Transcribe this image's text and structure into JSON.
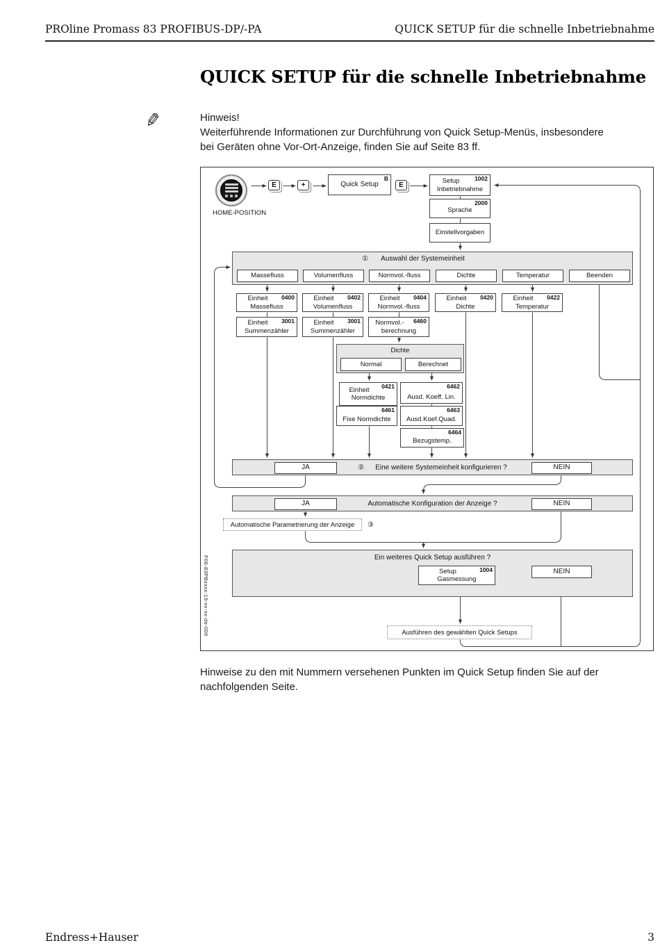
{
  "page": {
    "header_left": "PROline Promass 83 PROFIBUS-DP/-PA",
    "header_right": "QUICK SETUP für die schnelle Inbetriebnahme",
    "title": "QUICK SETUP für die schnelle Inbetriebnahme",
    "note_heading": "Hinweis!",
    "note_line1": "Weiterführende Informationen zur Durchführung von Quick Setup-Menüs, insbesondere",
    "note_line2": "bei Geräten ohne Vor-Ort-Anzeige, finden Sie auf Seite 83 ff.",
    "caption_line1": "Hinweise zu den mit Nummern versehenen Punkten im Quick Setup finden Sie auf der",
    "caption_line2": "nachfolgenden Seite.",
    "footer_left": "Endress+Hauser",
    "footer_page": "3"
  },
  "colors": {
    "diagram_gray": "#e7e7e7",
    "line": "#444444"
  },
  "diagram": {
    "figure_code": "F06-83PBxxxx-19-xx-xx-de-000",
    "home_label": "HOME-POSITION",
    "key_e": "E",
    "key_plus": "+",
    "quick_setup": {
      "label": "Quick Setup",
      "sup": "B"
    },
    "setup_inbetriebnahme": {
      "line1": "Setup",
      "num": "1002",
      "line2": "Inbetriebnahme"
    },
    "sprache": {
      "label": "Sprache",
      "num": "2000"
    },
    "einstellvorgaben": "Einstellvorgaben",
    "unit_section": {
      "marker": "①",
      "title": "Auswahl der Systemeinheit",
      "options": [
        "Massefluss",
        "Volumenfluss",
        "Normvol.-fluss",
        "Dichte",
        "Temperatur",
        "Beenden"
      ]
    },
    "unit_row1": [
      {
        "line1": "Einheit",
        "num": "0400",
        "line2": "Massefluss"
      },
      {
        "line1": "Einheit",
        "num": "0402",
        "line2": "Volumenfluss"
      },
      {
        "line1": "Einheit",
        "num": "0404",
        "line2": "Normvol.-fluss"
      },
      {
        "line1": "Einheit",
        "num": "0420",
        "line2": "Dichte"
      },
      {
        "line1": "Einheit",
        "num": "0422",
        "line2": "Temperatur"
      }
    ],
    "unit_row2": [
      {
        "line1": "Einheit",
        "num": "3001",
        "line2": "Summenzähler"
      },
      {
        "line1": "Einheit",
        "num": "3001",
        "line2": "Summenzähler"
      },
      {
        "line1": "Normvol.-",
        "num": "6460",
        "line2": "berechnung"
      }
    ],
    "dichte_group": {
      "title": "Dichte",
      "option_left": "Normal",
      "option_right": "Berechnet"
    },
    "dichte_left": [
      {
        "line1": "Einheit",
        "num": "0421",
        "line2": "Normdichte"
      },
      {
        "num": "6461",
        "line2": "Fixe Normdichte"
      }
    ],
    "dichte_right": [
      {
        "num": "6462",
        "line2": "Ausd. Koeff. Lin."
      },
      {
        "num": "6463",
        "line2": "Ausd.Koef.Quad."
      },
      {
        "num": "6464",
        "line2": "Bezugstemp."
      }
    ],
    "question1": {
      "ja": "JA",
      "marker": "②",
      "text": "Eine weitere Systemeinheit konfigurieren ?",
      "nein": "NEIN"
    },
    "question2": {
      "ja": "JA",
      "text": "Automatische Konfiguration der Anzeige ?",
      "nein": "NEIN"
    },
    "auto_param": {
      "text": "Automatische Parametrierung der Anzeige",
      "marker": "③"
    },
    "question3": {
      "title": "Ein weiteres Quick Setup ausführen ?",
      "setup_line1": "Setup",
      "setup_num": "1004",
      "setup_line2": "Gasmessung",
      "nein": "NEIN"
    },
    "execute_box": "Ausführen des gewählten Quick Setups"
  }
}
